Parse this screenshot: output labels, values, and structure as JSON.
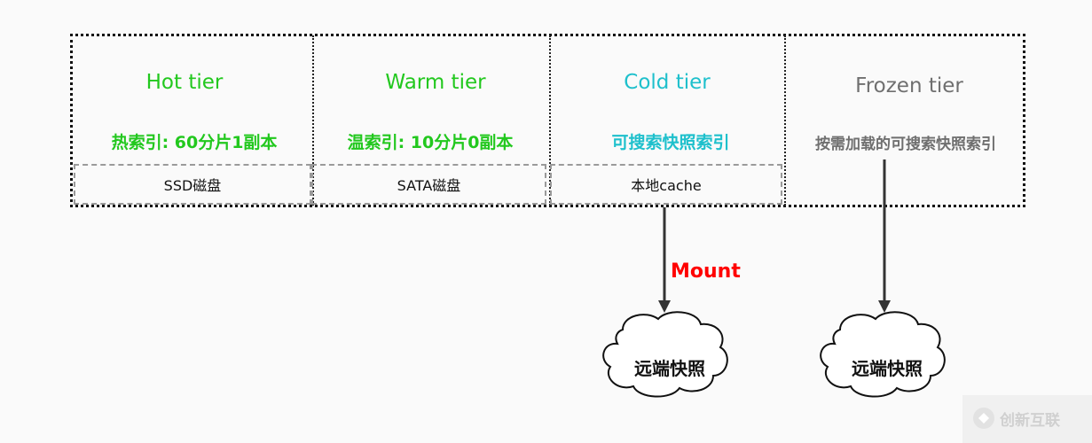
{
  "tiers": [
    {
      "title": "Hot tier",
      "subtitle": "热索引: 60分片1副本",
      "storage": "SSD磁盘",
      "color": "#22c81e"
    },
    {
      "title": "Warm tier",
      "subtitle": "温索引: 10分片0副本",
      "storage": "SATA磁盘",
      "color": "#22c81e"
    },
    {
      "title": "Cold tier",
      "subtitle": "可搜索快照索引",
      "storage": "本地cache",
      "color": "#1ec0cc"
    },
    {
      "title": "Frozen tier",
      "subtitle": "按需加载的可搜索快照索引",
      "storage": "",
      "color": "#6f6f6f"
    }
  ],
  "arrow_label": "Mount",
  "clouds": [
    "远端快照",
    "远端快照"
  ],
  "watermark": "创新互联",
  "colors": {
    "mount": "#ff0000",
    "border": "#111111",
    "dashed": "#9a9a9a"
  }
}
